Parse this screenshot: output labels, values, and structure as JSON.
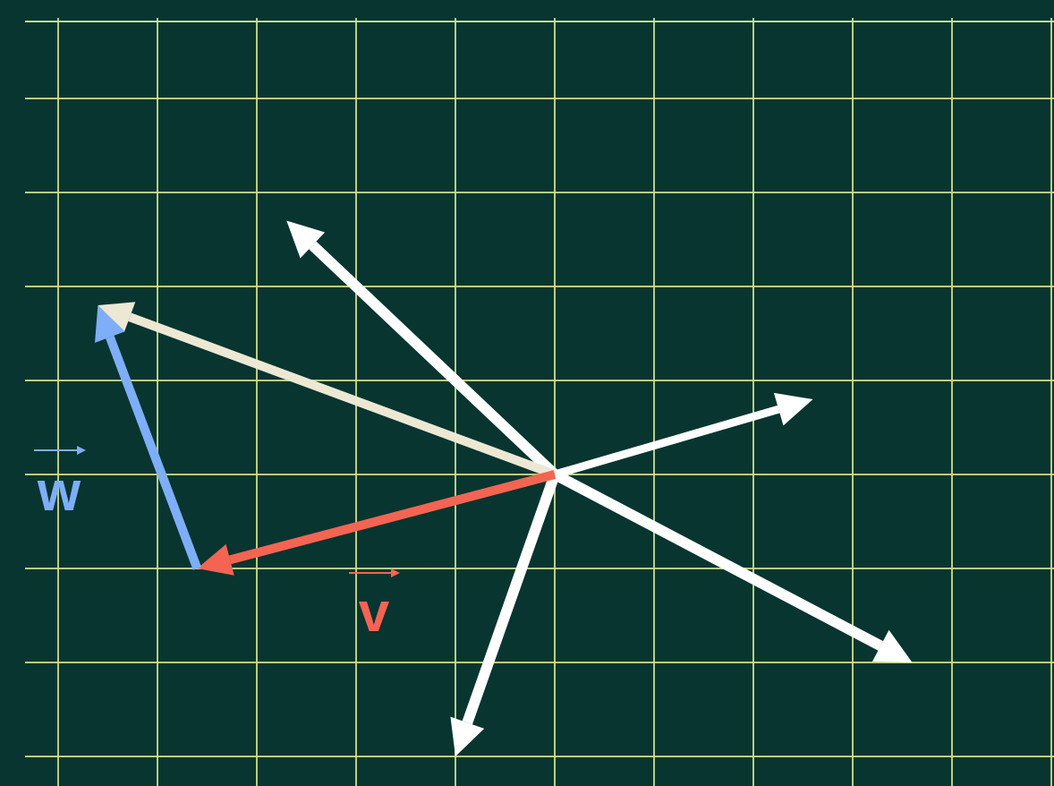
{
  "background_color": "#083530",
  "grid_color": "#c9e08c",
  "grid_step_units": 1,
  "origin_label": "",
  "vectors": [
    {
      "id": "v",
      "name": "v",
      "label": "v",
      "x": -3.6,
      "y": -1.0,
      "color": "#f46452"
    },
    {
      "id": "w",
      "name": "w",
      "label": "w",
      "x": -1.0,
      "y": 2.8,
      "color": "#7eaef7",
      "tail": "v"
    },
    {
      "id": "v_plus_w",
      "name": "v+w",
      "label": "",
      "x": -4.6,
      "y": 1.8,
      "color": "#ece8d4"
    },
    {
      "id": "white_1",
      "name": "",
      "label": "",
      "x": -2.7,
      "y": 2.7,
      "color": "#ffffff"
    },
    {
      "id": "white_2",
      "name": "",
      "label": "",
      "x": 2.6,
      "y": 0.8,
      "color": "#ffffff"
    },
    {
      "id": "white_3",
      "name": "",
      "label": "",
      "x": 3.6,
      "y": -2.0,
      "color": "#ffffff"
    },
    {
      "id": "white_4",
      "name": "",
      "label": "",
      "x": -1.0,
      "y": -3.0,
      "color": "#ffffff"
    }
  ],
  "labels": {
    "v_symbol": "v",
    "w_symbol": "w"
  }
}
